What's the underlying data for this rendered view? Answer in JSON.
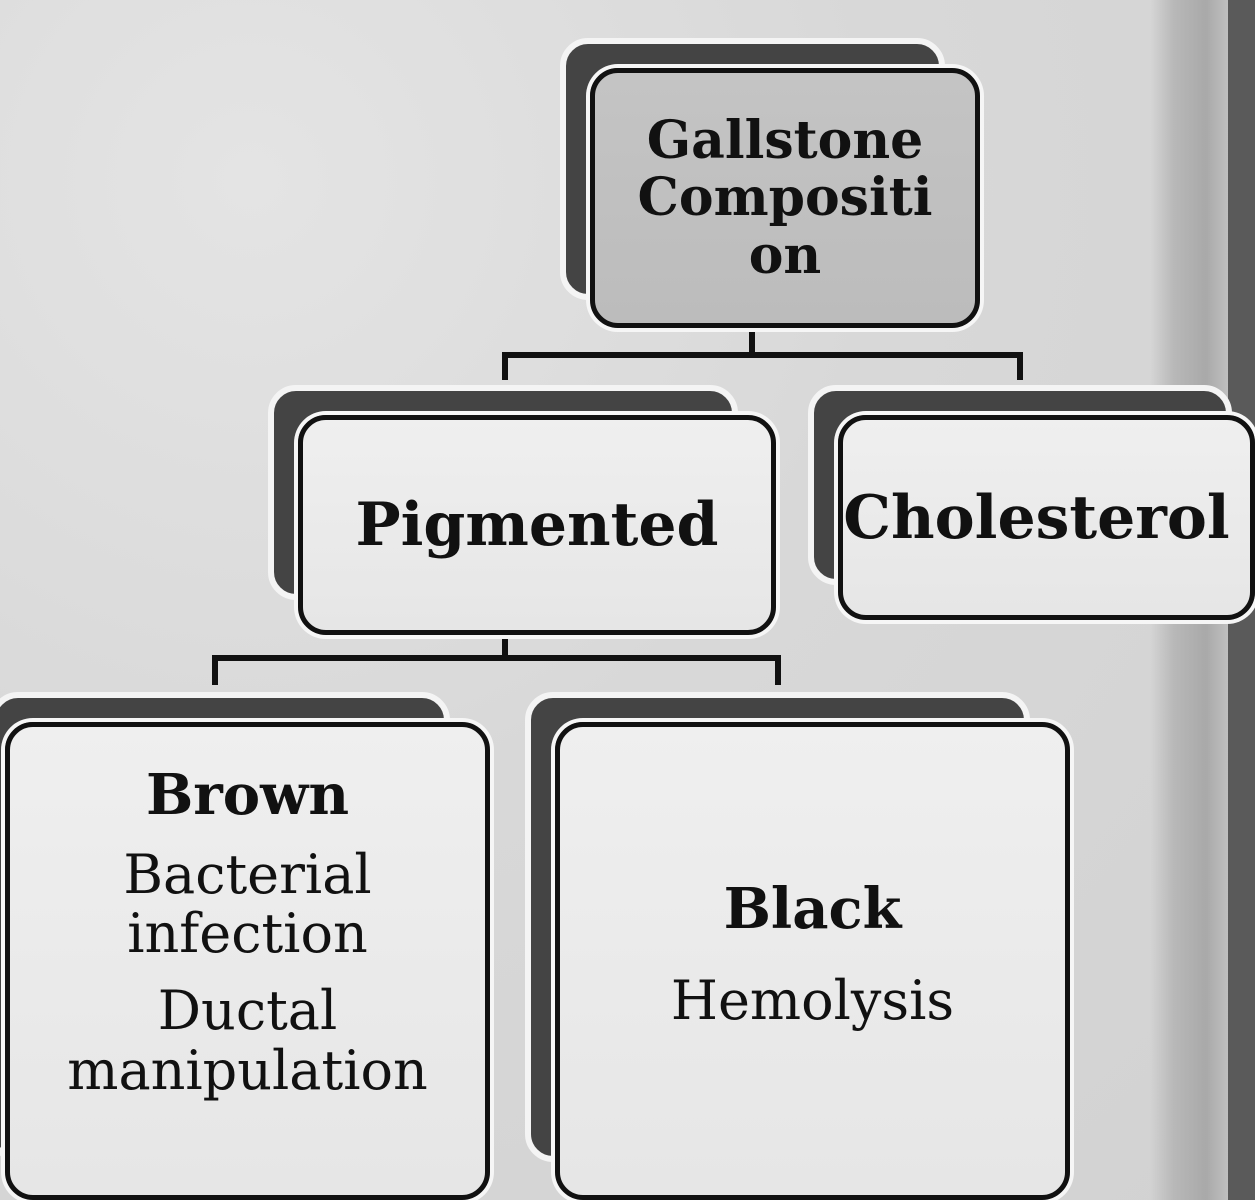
{
  "diagram": {
    "root": {
      "label": "Gallstone Composition"
    },
    "pigmented": {
      "label": "Pigmented"
    },
    "cholesterol": {
      "label": "Cholesterol"
    },
    "brown": {
      "label": "Brown",
      "causes": [
        "Bacterial infection",
        "Ductal manipulation"
      ]
    },
    "black": {
      "label": "Black",
      "causes": [
        "Hemolysis"
      ]
    }
  },
  "colors": {
    "background": "#d9d9d9",
    "box_fill": "#e9e9e9",
    "root_fill": "#bfbfbf",
    "shadow": "#444444",
    "outline": "#111111"
  }
}
